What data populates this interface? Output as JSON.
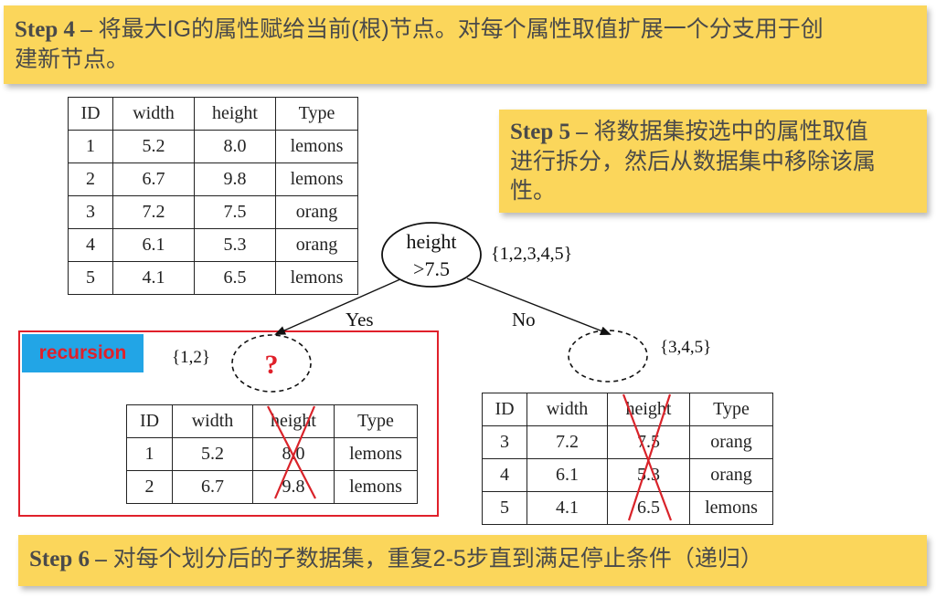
{
  "step4": {
    "label": "Step 4 –",
    "text_line1": " 将最大IG的属性赋给当前(根)节点。对每个属性取值扩展一个分支用于创",
    "text_line2": "建新节点。"
  },
  "step5": {
    "label": "Step 5 –",
    "text_line1": " 将数据集按选中的属性取值",
    "text_line2": "进行拆分，然后从数据集中移除该属",
    "text_line3": "性。"
  },
  "step6": {
    "label": "Step 6 –",
    "text": " 对每个划分后的子数据集，重复2-5步直到满足停止条件（递归）"
  },
  "table_full": {
    "headers": [
      "ID",
      "width",
      "height",
      "Type"
    ],
    "rows": [
      [
        "1",
        "5.2",
        "8.0",
        "lemons"
      ],
      [
        "2",
        "6.7",
        "9.8",
        "lemons"
      ],
      [
        "3",
        "7.2",
        "7.5",
        "orang"
      ],
      [
        "4",
        "6.1",
        "5.3",
        "orang"
      ],
      [
        "5",
        "4.1",
        "6.5",
        "lemons"
      ]
    ]
  },
  "table_yes": {
    "headers": [
      "ID",
      "width",
      "height",
      "Type"
    ],
    "rows": [
      [
        "1",
        "5.2",
        "8.0",
        "lemons"
      ],
      [
        "2",
        "6.7",
        "9.8",
        "lemons"
      ]
    ]
  },
  "table_no": {
    "headers": [
      "ID",
      "width",
      "height",
      "Type"
    ],
    "rows": [
      [
        "3",
        "7.2",
        "7.5",
        "orang"
      ],
      [
        "4",
        "6.1",
        "5.3",
        "orang"
      ],
      [
        "5",
        "4.1",
        "6.5",
        "lemons"
      ]
    ]
  },
  "tree": {
    "root_line1": "height",
    "root_line2": ">7.5",
    "root_set": "{1,2,3,4,5}",
    "yes_label": "Yes",
    "no_label": "No",
    "yes_set": "{1,2}",
    "no_set": "{3,4,5}",
    "unknown_node": "?"
  },
  "recursion_label": "recursion",
  "colors": {
    "note_bg": "#fbd65b",
    "recursion_border": "#e0202a",
    "recursion_label_bg": "#22a5e6",
    "cross": "#d9232a"
  }
}
